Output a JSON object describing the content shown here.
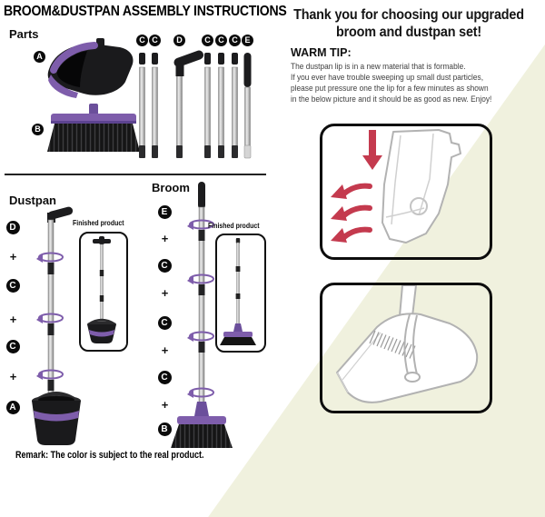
{
  "colors": {
    "background": "#ffffff",
    "accent_cream": "#f0f1de",
    "purple": "#7e5dab",
    "purple_dark": "#5c4390",
    "red_arrow": "#c43a4e",
    "ink": "#0d0d0d"
  },
  "left": {
    "title": "BROOM&DUSTPAN ASSEMBLY INSTRUCTIONS",
    "parts": {
      "heading": "Parts",
      "badge_a": "A",
      "badge_b": "B",
      "pole_labels": [
        "C",
        "C",
        "D",
        "C",
        "C",
        "C",
        "E"
      ]
    },
    "dustpan": {
      "heading": "Dustpan",
      "sequence": [
        "D",
        "+",
        "C",
        "+",
        "C",
        "+",
        "A"
      ],
      "finished_label": "Finished product"
    },
    "broom": {
      "heading": "Broom",
      "sequence": [
        "E",
        "+",
        "C",
        "+",
        "C",
        "+",
        "C",
        "+",
        "B"
      ],
      "finished_label": "Finished product"
    },
    "remark": "Remark: The color is subject to the real product."
  },
  "right": {
    "title_line1": "Thank you for choosing our upgraded",
    "title_line2": "broom and dustpan set!",
    "warm_tip": {
      "heading": "WARM TIP:",
      "lines": [
        "The dustpan lip is in a new material that is formable.",
        "If you ever have trouble sweeping up small dust particles,",
        "please put pressure one the lip for a few minutes as shown",
        "in the below picture and it should be as good as new. Enjoy!"
      ]
    }
  }
}
